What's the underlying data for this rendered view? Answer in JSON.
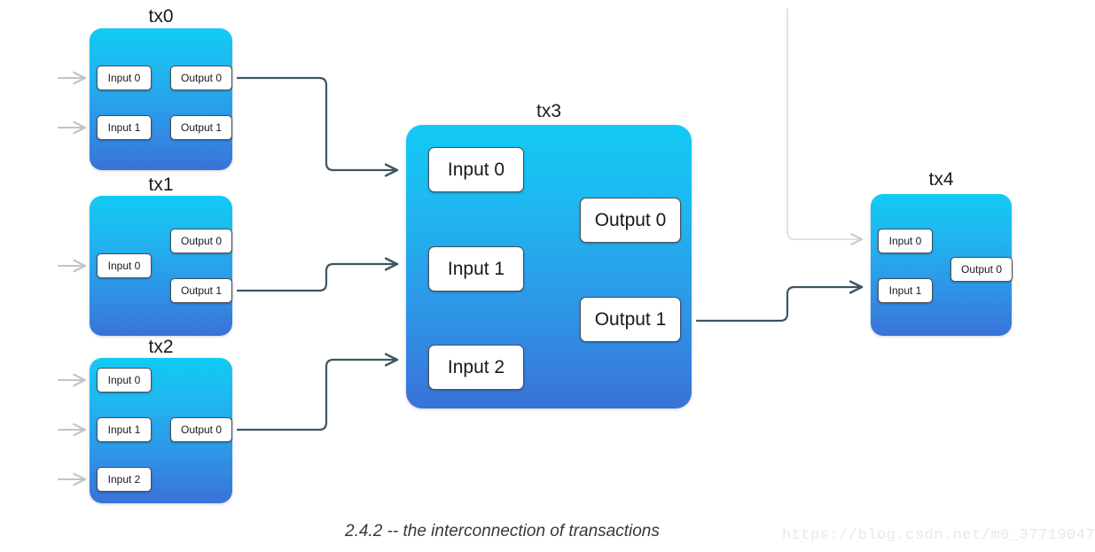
{
  "diagram": {
    "caption": "2.4.2 -- the interconnection of transactions",
    "watermark": "https://blog.csdn.net/m0_37719047",
    "colors": {
      "box_gradient_top": "#12caf5",
      "box_gradient_bottom": "#3a72d8",
      "slot_fill": "#ffffff",
      "slot_border": "#4a4f58",
      "wire_dark": "#3f5562",
      "wire_light": "#c8cdd1",
      "arrow_incoming": "#bfc5c9",
      "caption_color": "#34393f",
      "watermark_color": "#e6e8ea"
    },
    "transactions": [
      {
        "id": "tx0",
        "label": "tx0",
        "inputs": [
          "Input 0",
          "Input 1"
        ],
        "outputs": [
          "Output 0",
          "Output 1"
        ]
      },
      {
        "id": "tx1",
        "label": "tx1",
        "inputs": [
          "Input 0"
        ],
        "outputs": [
          "Output 0",
          "Output 1"
        ]
      },
      {
        "id": "tx2",
        "label": "tx2",
        "inputs": [
          "Input 0",
          "Input 1",
          "Input 2"
        ],
        "outputs": [
          "Output 0"
        ]
      },
      {
        "id": "tx3",
        "label": "tx3",
        "inputs": [
          "Input 0",
          "Input 1",
          "Input 2"
        ],
        "outputs": [
          "Output 0",
          "Output 1"
        ]
      },
      {
        "id": "tx4",
        "label": "tx4",
        "inputs": [
          "Input 0",
          "Input 1"
        ],
        "outputs": [
          "Output 0"
        ]
      }
    ],
    "connections": [
      {
        "from": "tx0.Output 0",
        "to": "tx3.Input 0",
        "style": "dark"
      },
      {
        "from": "tx1.Output 1",
        "to": "tx3.Input 1",
        "style": "dark"
      },
      {
        "from": "tx2.Output 0",
        "to": "tx3.Input 2",
        "style": "dark"
      },
      {
        "from": "tx3.Output 1",
        "to": "tx4.Input 1",
        "style": "dark"
      },
      {
        "from": "external",
        "to": "tx4.Input 0",
        "style": "light"
      }
    ],
    "external_inputs": [
      {
        "target": "tx0.Input 0"
      },
      {
        "target": "tx0.Input 1"
      },
      {
        "target": "tx1.Input 0"
      },
      {
        "target": "tx2.Input 0"
      },
      {
        "target": "tx2.Input 1"
      },
      {
        "target": "tx2.Input 2"
      }
    ]
  }
}
